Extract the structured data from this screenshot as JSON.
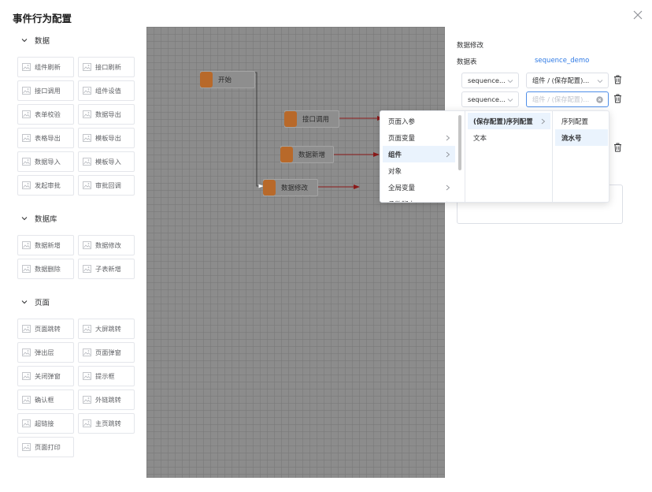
{
  "dialog": {
    "title": "事件行为配置"
  },
  "groups": [
    {
      "title": "数据",
      "items": [
        "组件刷新",
        "接口刷新",
        "接口调用",
        "组件设值",
        "表单校验",
        "数据导出",
        "表格导出",
        "模板导出",
        "数据导入",
        "模板导入",
        "发起审批",
        "审批回调"
      ]
    },
    {
      "title": "数据库",
      "items": [
        "数据新增",
        "数据修改",
        "数据删除",
        "子表新增"
      ]
    },
    {
      "title": "页面",
      "items": [
        "页面跳转",
        "大屏跳转",
        "弹出层",
        "页面弹窗",
        "关闭弹窗",
        "提示框",
        "确认框",
        "外链跳转",
        "超链接",
        "主页跳转",
        "页面打印"
      ]
    }
  ],
  "canvas": {
    "nodes": [
      "开始",
      "接口调用",
      "数据新增",
      "数据修改"
    ]
  },
  "config": {
    "section_title": "数据修改",
    "table_label": "数据表",
    "table_value": "sequence_demo",
    "rows": [
      {
        "field": "sequence...",
        "value": "组件 / (保存配置)..."
      },
      {
        "field": "sequence...",
        "value_placeholder": "组件 / (保存配置)..."
      }
    ]
  },
  "cascader": {
    "level1": [
      "页面入参",
      "页面变量",
      "组件",
      "对象",
      "全局变量",
      "函数脚本"
    ],
    "level2": [
      "(保存配置)序列配置",
      "文本"
    ],
    "level3": [
      "序列配置",
      "流水号"
    ]
  },
  "colors": {
    "accent": "#2f7ae5",
    "node_icon": "#b8692a",
    "canvas_bg": "#8c8c8c",
    "active_option_bg": "#eaf3fd"
  }
}
